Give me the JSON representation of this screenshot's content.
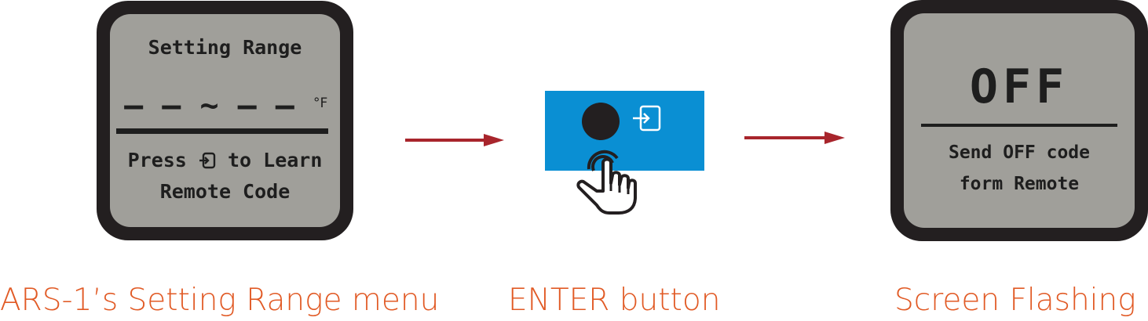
{
  "screen_left": {
    "title": "Setting Range",
    "range_display": "– – ~ – –",
    "unit": "°F",
    "press_text": "Press",
    "learn_text": "to Learn",
    "line2": "Remote Code"
  },
  "enter_button": {
    "icon": "enter-icon"
  },
  "screen_right": {
    "title": "OFF",
    "line1": "Send OFF code",
    "line2": "form Remote"
  },
  "captions": {
    "left": "ARS-1’s Setting Range menu",
    "middle": "ENTER button",
    "right": "Screen Flashing"
  },
  "colors": {
    "caption": "#e15a25",
    "arrow": "#a8252c",
    "lcd_frame": "#231f20",
    "lcd_screen": "#a09f9a",
    "button_panel": "#0a8fd3"
  }
}
